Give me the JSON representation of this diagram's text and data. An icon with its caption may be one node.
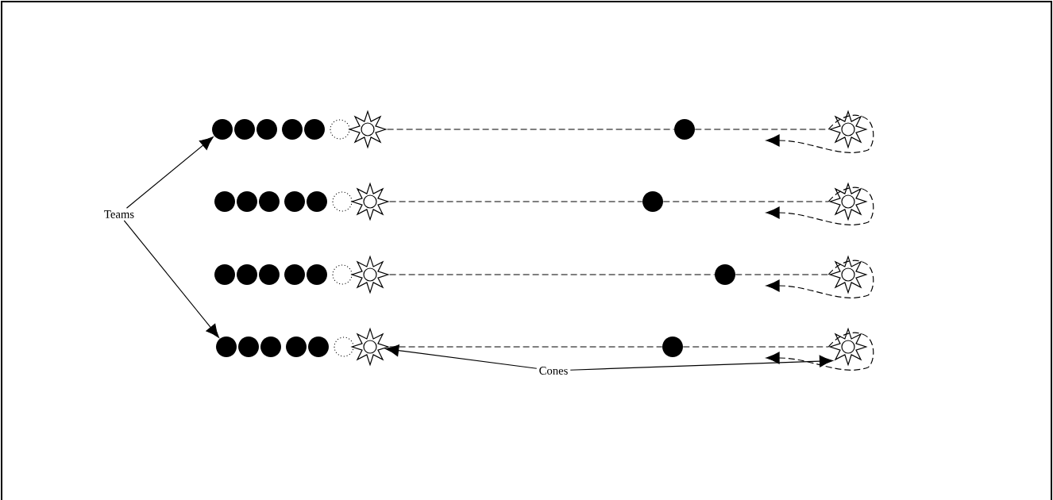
{
  "diagram": {
    "nodes": [
      {
        "text": [
          "Teams"
        ]
      },
      {
        "text": [],
        "shape": "circle"
      },
      {
        "text": [],
        "shape": "circle"
      },
      {
        "text": [],
        "shape": "circle"
      },
      {
        "text": [],
        "shape": "circle"
      },
      {
        "text": [],
        "shape": "circle"
      },
      {
        "text": [],
        "shape": "circle"
      },
      {
        "text": [],
        "shape": "star"
      },
      {
        "text": [],
        "shape": "circle"
      },
      {
        "text": [],
        "shape": "star"
      },
      {
        "text": [],
        "shape": "circle"
      },
      {
        "text": [],
        "shape": "circle"
      },
      {
        "text": [],
        "shape": "circle"
      },
      {
        "text": [],
        "shape": "circle"
      },
      {
        "text": [],
        "shape": "circle"
      },
      {
        "text": [],
        "shape": "circle"
      },
      {
        "text": [],
        "shape": "star"
      },
      {
        "text": [],
        "shape": "circle"
      },
      {
        "text": [],
        "shape": "star"
      },
      {
        "text": [],
        "shape": "circle"
      },
      {
        "text": [],
        "shape": "circle"
      },
      {
        "text": [],
        "shape": "circle"
      },
      {
        "text": [],
        "shape": "circle"
      },
      {
        "text": [],
        "shape": "circle"
      },
      {
        "text": [],
        "shape": "circle"
      },
      {
        "text": [],
        "shape": "star"
      },
      {
        "text": [],
        "shape": "circle"
      },
      {
        "text": [],
        "shape": "star"
      },
      {
        "text": [],
        "shape": "circle"
      },
      {
        "text": [],
        "shape": "circle"
      },
      {
        "text": [],
        "shape": "circle"
      },
      {
        "text": [],
        "shape": "circle"
      },
      {
        "text": [],
        "shape": "circle"
      },
      {
        "text": [],
        "shape": "circle"
      },
      {
        "text": [],
        "shape": "star"
      },
      {
        "text": [],
        "shape": "circle"
      },
      {
        "text": [],
        "shape": "star"
      },
      {
        "text": [
          "Cones"
        ]
      }
    ],
    "edges": [
      {
        "from": 0,
        "to": 1,
        "arrow": "to"
      },
      {
        "from": 0,
        "to": 28,
        "arrow": "to"
      },
      {
        "from": 37,
        "to": 34,
        "arrow": "to"
      },
      {
        "from": 37,
        "to": 36,
        "arrow": "to"
      },
      {
        "from": 7,
        "to": 8,
        "arrow": "none",
        "style": "dashed"
      },
      {
        "from": 8,
        "to": 9,
        "arrow": "none",
        "style": "dashed"
      },
      {
        "from": 16,
        "to": 17,
        "arrow": "none",
        "style": "dashed"
      },
      {
        "from": 17,
        "to": 18,
        "arrow": "none",
        "style": "dashed"
      },
      {
        "from": 25,
        "to": 26,
        "arrow": "none",
        "style": "dashed"
      },
      {
        "from": 26,
        "to": 27,
        "arrow": "none",
        "style": "dashed"
      },
      {
        "from": 34,
        "to": 35,
        "arrow": "none",
        "style": "dashed"
      },
      {
        "from": 35,
        "to": 36,
        "arrow": "none",
        "style": "dashed"
      }
    ]
  }
}
